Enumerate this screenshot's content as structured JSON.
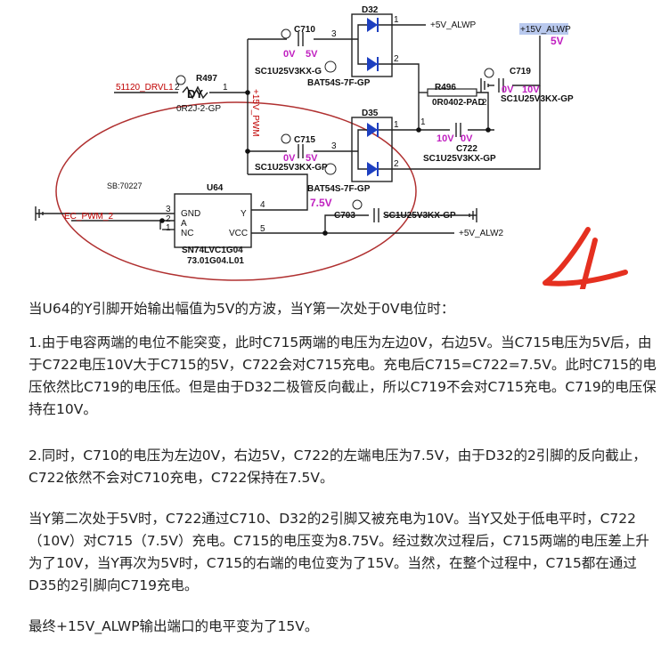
{
  "schematic": {
    "nets": {
      "alwp_5v": "+5V_ALWP",
      "alwp_15v": "+15V_ALWP",
      "drvl": "51120_DRVL1",
      "ec_pwm": "EC_PWM_2",
      "alw2": "+5V_ALW2",
      "pwm15": "+15V_PWM"
    },
    "parts": {
      "r497": "R497",
      "r497_val": "0R2J-2-GP",
      "dy": "DY",
      "d32": "D32",
      "d35": "D35",
      "bat_a": "BAT54S-7F-GP",
      "bat_b": "BAT54S-7F-GP",
      "c710": "C710",
      "c710_val": "SC1U25V3KX-G",
      "c715": "C715",
      "c715_val": "SC1U25V3KX-GP",
      "c719": "C719",
      "c719_val": "SC1U25V3KX-GP",
      "c722": "C722",
      "c722_val": "SC1U25V3KX-GP",
      "c703": "C703",
      "c703_val": "SC1U25V3KX-GP",
      "r496": "R496",
      "r496_val": "0R0402-PAD",
      "u64": "U64",
      "u64_part": "SN74LVC1G04",
      "u64_pn": "73.01G04.L01",
      "sb": "SB:70227"
    },
    "pins": {
      "gnd": "GND",
      "a": "A",
      "nc": "NC",
      "y": "Y",
      "vcc": "VCC",
      "p1": "1",
      "p2": "2",
      "p3": "3",
      "p4": "4",
      "p5": "5"
    },
    "annotations": {
      "v_top_right": "5V",
      "c710_left": "0V",
      "c710_right": "5V",
      "c715_left": "0V",
      "c715_right": "5V",
      "c719_left": "0V",
      "c719_right": "10V",
      "c722_left": "10V",
      "c722_right": "0V",
      "y_node": "7.5V",
      "big_number": "4"
    },
    "colors": {
      "annotation_magenta": "#c020c0",
      "net_red": "#c00000",
      "ellipse_red": "#b03030",
      "diode_blue": "#1d3fc0",
      "highlight_blue": "#b9c9ee",
      "handwriting_red": "#e53020"
    }
  },
  "text": {
    "p1": "当U64的Y引脚开始输出幅值为5V的方波，当Y第一次处于0V电位时：",
    "p2": "1.由于电容两端的电位不能突变，此时C715两端的电压为左边0V，右边5V。当C715电压为5V后，由于C722电压10V大于C715的5V，C722会对C715充电。充电后C715=C722=7.5V。此时C715的电压依然比C719的电压低。但是由于D32二极管反向截止，所以C719不会对C715充电。C719的电压保持在10V。",
    "p3": "2.同时，C710的电压为左边0V，右边5V，C722的左端电压为7.5V，由于D32的2引脚的反向截止，C722依然不会对C710充电，C722保持在7.5V。",
    "p4": "当Y第二次处于5V时，C722通过C710、D32的2引脚又被充电为10V。当Y又处于低电平时，C722（10V）对C715（7.5V）充电。C715的电压变为8.75V。经过数次过程后，C715两端的电压差上升为了10V，当Y再次为5V时，C715的右端的电位变为了15V。当然，在整个过程中，C715都在通过D35的2引脚向C719充电。",
    "p5": "最终+15V_ALWP输出端口的电平变为了15V。"
  }
}
